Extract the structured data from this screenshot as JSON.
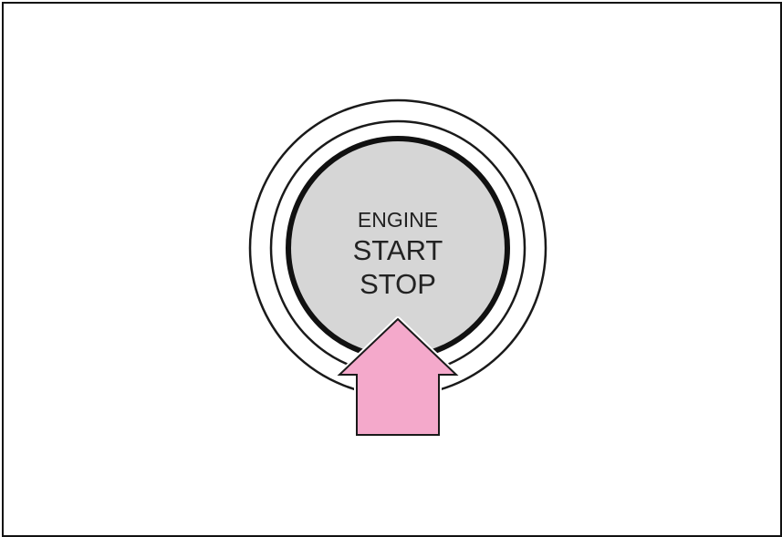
{
  "button": {
    "line1": "ENGINE",
    "line2": "START",
    "line3": "STOP"
  },
  "colors": {
    "frame_border": "#111111",
    "ring_outline": "#1a1a1a",
    "button_face": "#d6d6d6",
    "button_rim": "#111111",
    "arrow_fill": "#f4a9cb",
    "arrow_outline": "#1a1a1a",
    "text": "#222222"
  },
  "icons": {
    "arrow": "press-arrow-icon"
  }
}
